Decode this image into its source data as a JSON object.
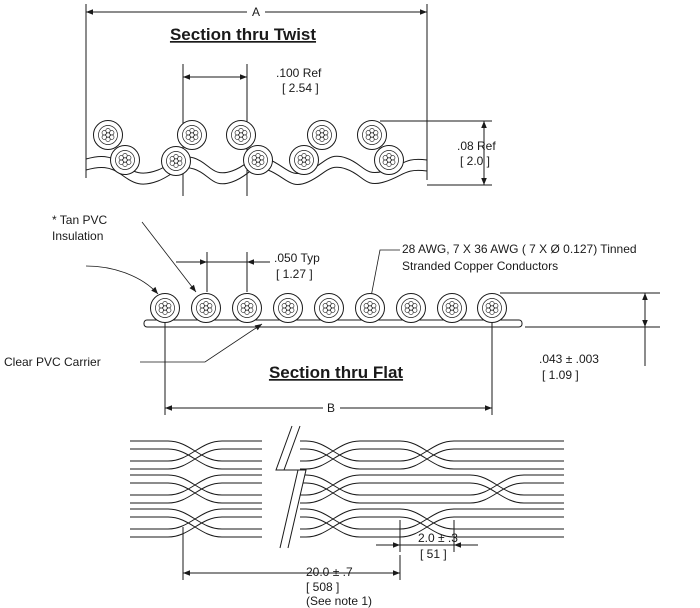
{
  "twist_section": {
    "title": "Section thru Twist",
    "dim_a": "A",
    "pitch_ref": ".100 Ref",
    "pitch_ref_metric": "[ 2.54 ]",
    "height_ref": ".08 Ref",
    "height_ref_metric": "[ 2.0 ]"
  },
  "flat_section": {
    "title": "Section thru Flat",
    "dim_b": "B",
    "insulation_label_line1": "* Tan PVC",
    "insulation_label_line2": "Insulation",
    "pitch_typ": ".050 Typ",
    "pitch_typ_metric": "[ 1.27 ]",
    "conductor_label_line1": "28 AWG, 7 X 36 AWG ( 7 X Ø 0.127) Tinned",
    "conductor_label_line2": "Stranded Copper Conductors",
    "carrier_label": "Clear PVC Carrier",
    "thickness": ".043 ± .003",
    "thickness_metric": "[ 1.09 ]"
  },
  "plan_view": {
    "flat_length": "2.0 ± .3",
    "flat_length_metric": "[ 51 ]",
    "twist_length": "20.0 ± .7",
    "twist_length_metric": "[ 508 ]",
    "twist_length_note": "(See note 1)"
  }
}
